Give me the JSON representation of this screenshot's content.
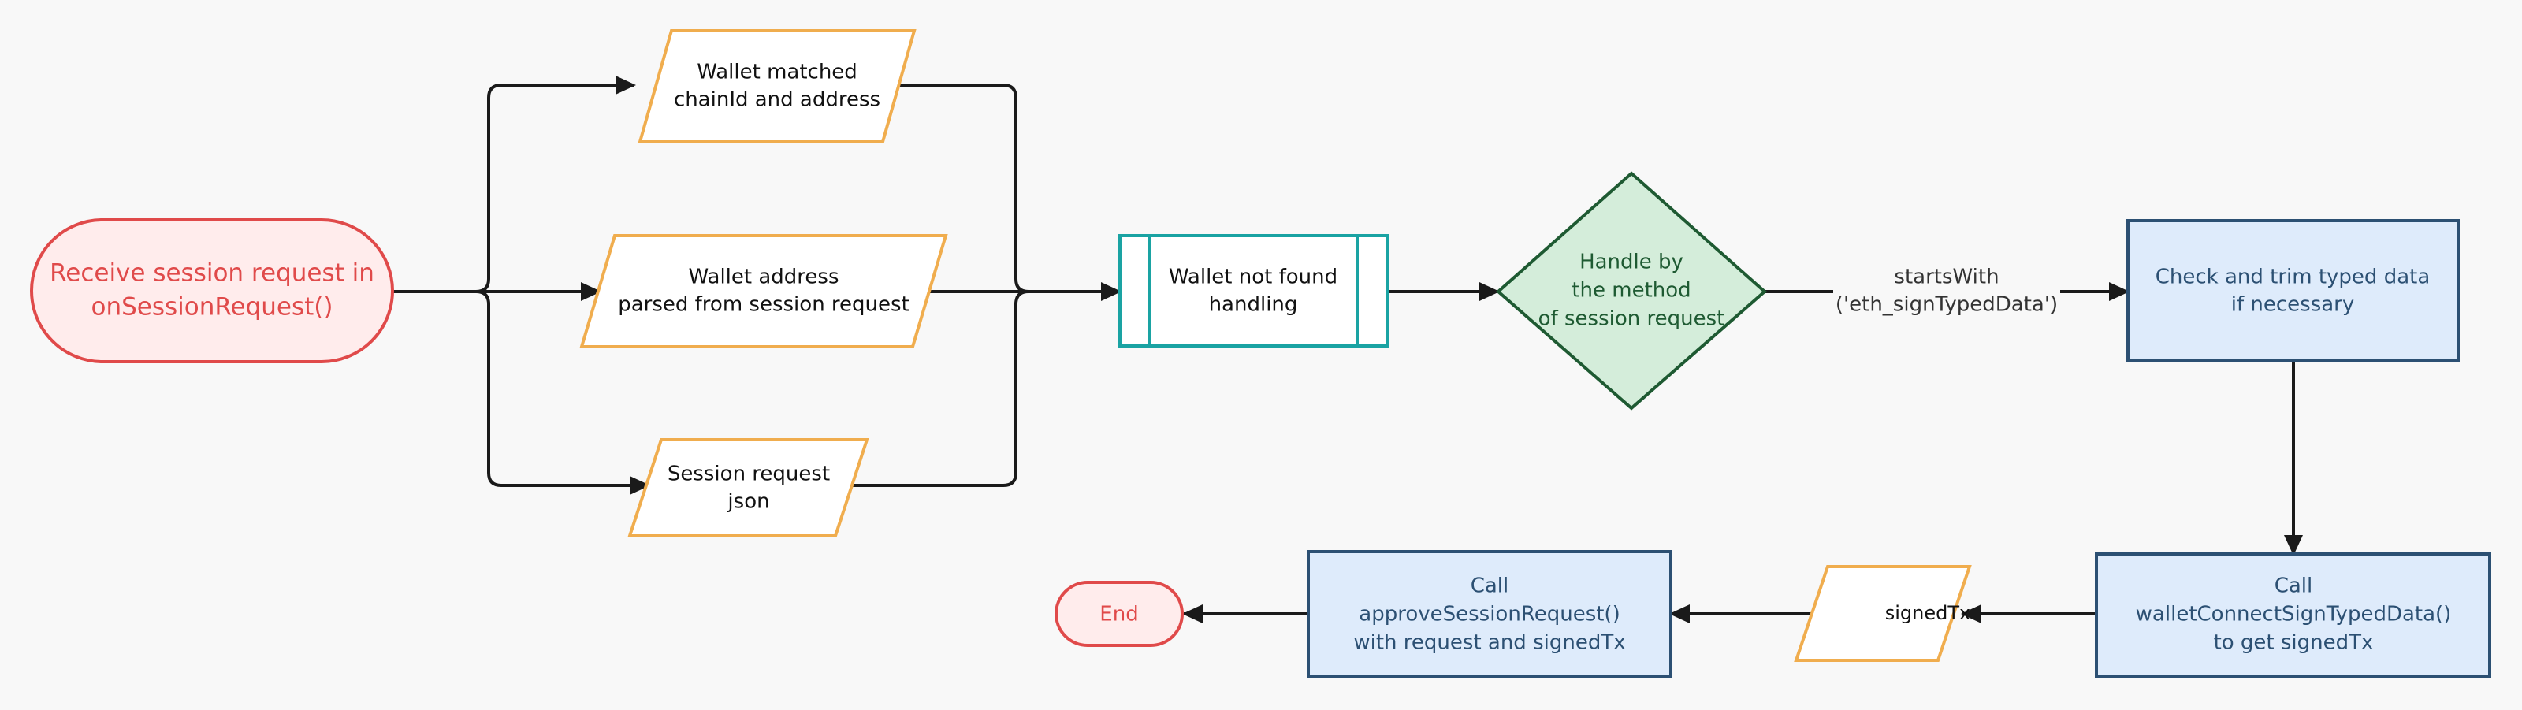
{
  "colors": {
    "background": "#f8f8f8",
    "edge": "#1a1a1a",
    "start_fill": "#ffecec",
    "start_stroke": "#e04a4a",
    "start_text": "#e04a4a",
    "data_fill": "#ffffff",
    "data_stroke": "#f0ad4e",
    "data_text": "#111111",
    "subprocess_fill": "#ffffff",
    "subprocess_stroke": "#1aa3a3",
    "subprocess_text": "#111111",
    "decision_fill": "#d4edda",
    "decision_stroke": "#1e5a32",
    "decision_text": "#1e5a32",
    "process_fill": "#deebfb",
    "process_stroke": "#2c5073",
    "process_text": "#2c5073",
    "edge_label_text": "#333333"
  },
  "nodes": {
    "start": {
      "lines": [
        "Receive session request in",
        "onSessionRequest()"
      ]
    },
    "wallet_matched": {
      "lines": [
        "Wallet matched",
        "chainId and address"
      ]
    },
    "wallet_address": {
      "lines": [
        "Wallet address",
        "parsed from session request"
      ]
    },
    "session_json": {
      "lines": [
        "Session request",
        "json"
      ]
    },
    "wallet_not_found": {
      "lines": [
        "Wallet not found",
        "handling"
      ]
    },
    "decision": {
      "lines": [
        "Handle by",
        "the method",
        "of session request"
      ]
    },
    "check_trim": {
      "lines": [
        "Check and trim typed data",
        "if necessary"
      ]
    },
    "call_sign": {
      "lines": [
        "Call",
        "walletConnectSignTypedData()",
        "to get signedTx"
      ]
    },
    "signed_tx": {
      "lines": [
        "signedTx"
      ]
    },
    "call_approve": {
      "lines": [
        "Call",
        "approveSessionRequest()",
        "with request and signedTx"
      ]
    },
    "end": {
      "lines": [
        "End"
      ]
    }
  },
  "edge_labels": {
    "starts_with": {
      "lines": [
        "startsWith",
        "('eth_signTypedData')"
      ]
    }
  }
}
